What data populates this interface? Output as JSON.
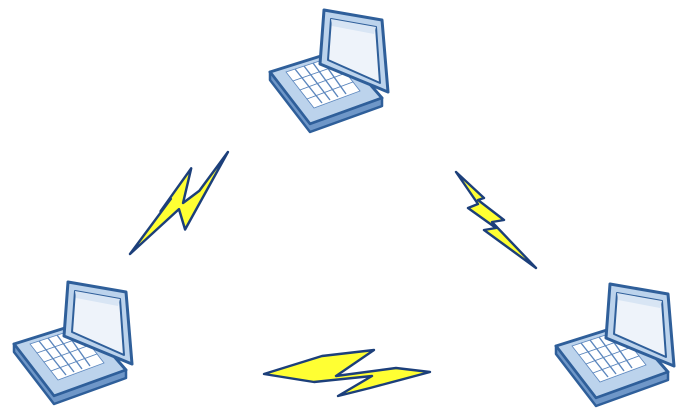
{
  "diagram": {
    "kind": "wireless-ad-hoc-network",
    "nodes": [
      {
        "id": "laptop-top",
        "icon": "laptop-icon"
      },
      {
        "id": "laptop-bottom-left",
        "icon": "laptop-icon"
      },
      {
        "id": "laptop-bottom-right",
        "icon": "laptop-icon"
      }
    ],
    "links": [
      {
        "from": "laptop-top",
        "to": "laptop-bottom-left",
        "icon": "lightning-bolt-icon"
      },
      {
        "from": "laptop-top",
        "to": "laptop-bottom-right",
        "icon": "lightning-bolt-icon"
      },
      {
        "from": "laptop-bottom-left",
        "to": "laptop-bottom-right",
        "icon": "lightning-bolt-icon"
      }
    ],
    "colors": {
      "laptop_body": "#bcd3ec",
      "laptop_outline": "#2f5f9a",
      "screen": "#eef3fa",
      "keys": "#ffffff",
      "bolt_fill": "#ffff33",
      "bolt_outline": "#1c3f7a"
    }
  }
}
